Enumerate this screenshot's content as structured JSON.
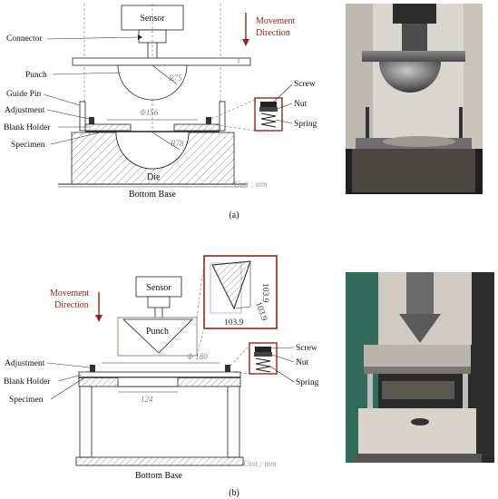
{
  "panel_a": {
    "sensor": "Sensor",
    "connector": "Connector",
    "movement_line1": "Movement",
    "movement_line2": "Direction",
    "punch": "Punch",
    "guide_pin": "Guide Pin",
    "adjustment": "Adjustment",
    "blank_holder": "Blank Holder",
    "specimen": "Specimen",
    "die": "Die",
    "bottom_base": "Bottom Base",
    "dim_r75": "R75",
    "dim_phi156": "Φ156",
    "dim_r78": "R78",
    "screw": "Screw",
    "nut": "Nut",
    "spring": "Spring",
    "unit": "Unit : mm",
    "caption": "(a)"
  },
  "panel_b": {
    "sensor": "Sensor",
    "movement_line1": "Movement",
    "movement_line2": "Direction",
    "punch": "Punch",
    "adjustment": "Adjustment",
    "blank_holder": "Blank Holder",
    "specimen": "Specimen",
    "bottom_base": "Bottom Base",
    "dim_phi180": "Φ 180",
    "dim_124": "124",
    "dim_w": "103.9",
    "dim_d": "103.9",
    "dim_h": "103.9",
    "screw": "Screw",
    "nut": "Nut",
    "spring": "Spring",
    "unit": "Unit : mm",
    "caption": "(b)"
  },
  "colors": {
    "accent_red": "#8b2a1a",
    "hatch": "#555555",
    "photo_dark": "#2a2a2a"
  }
}
